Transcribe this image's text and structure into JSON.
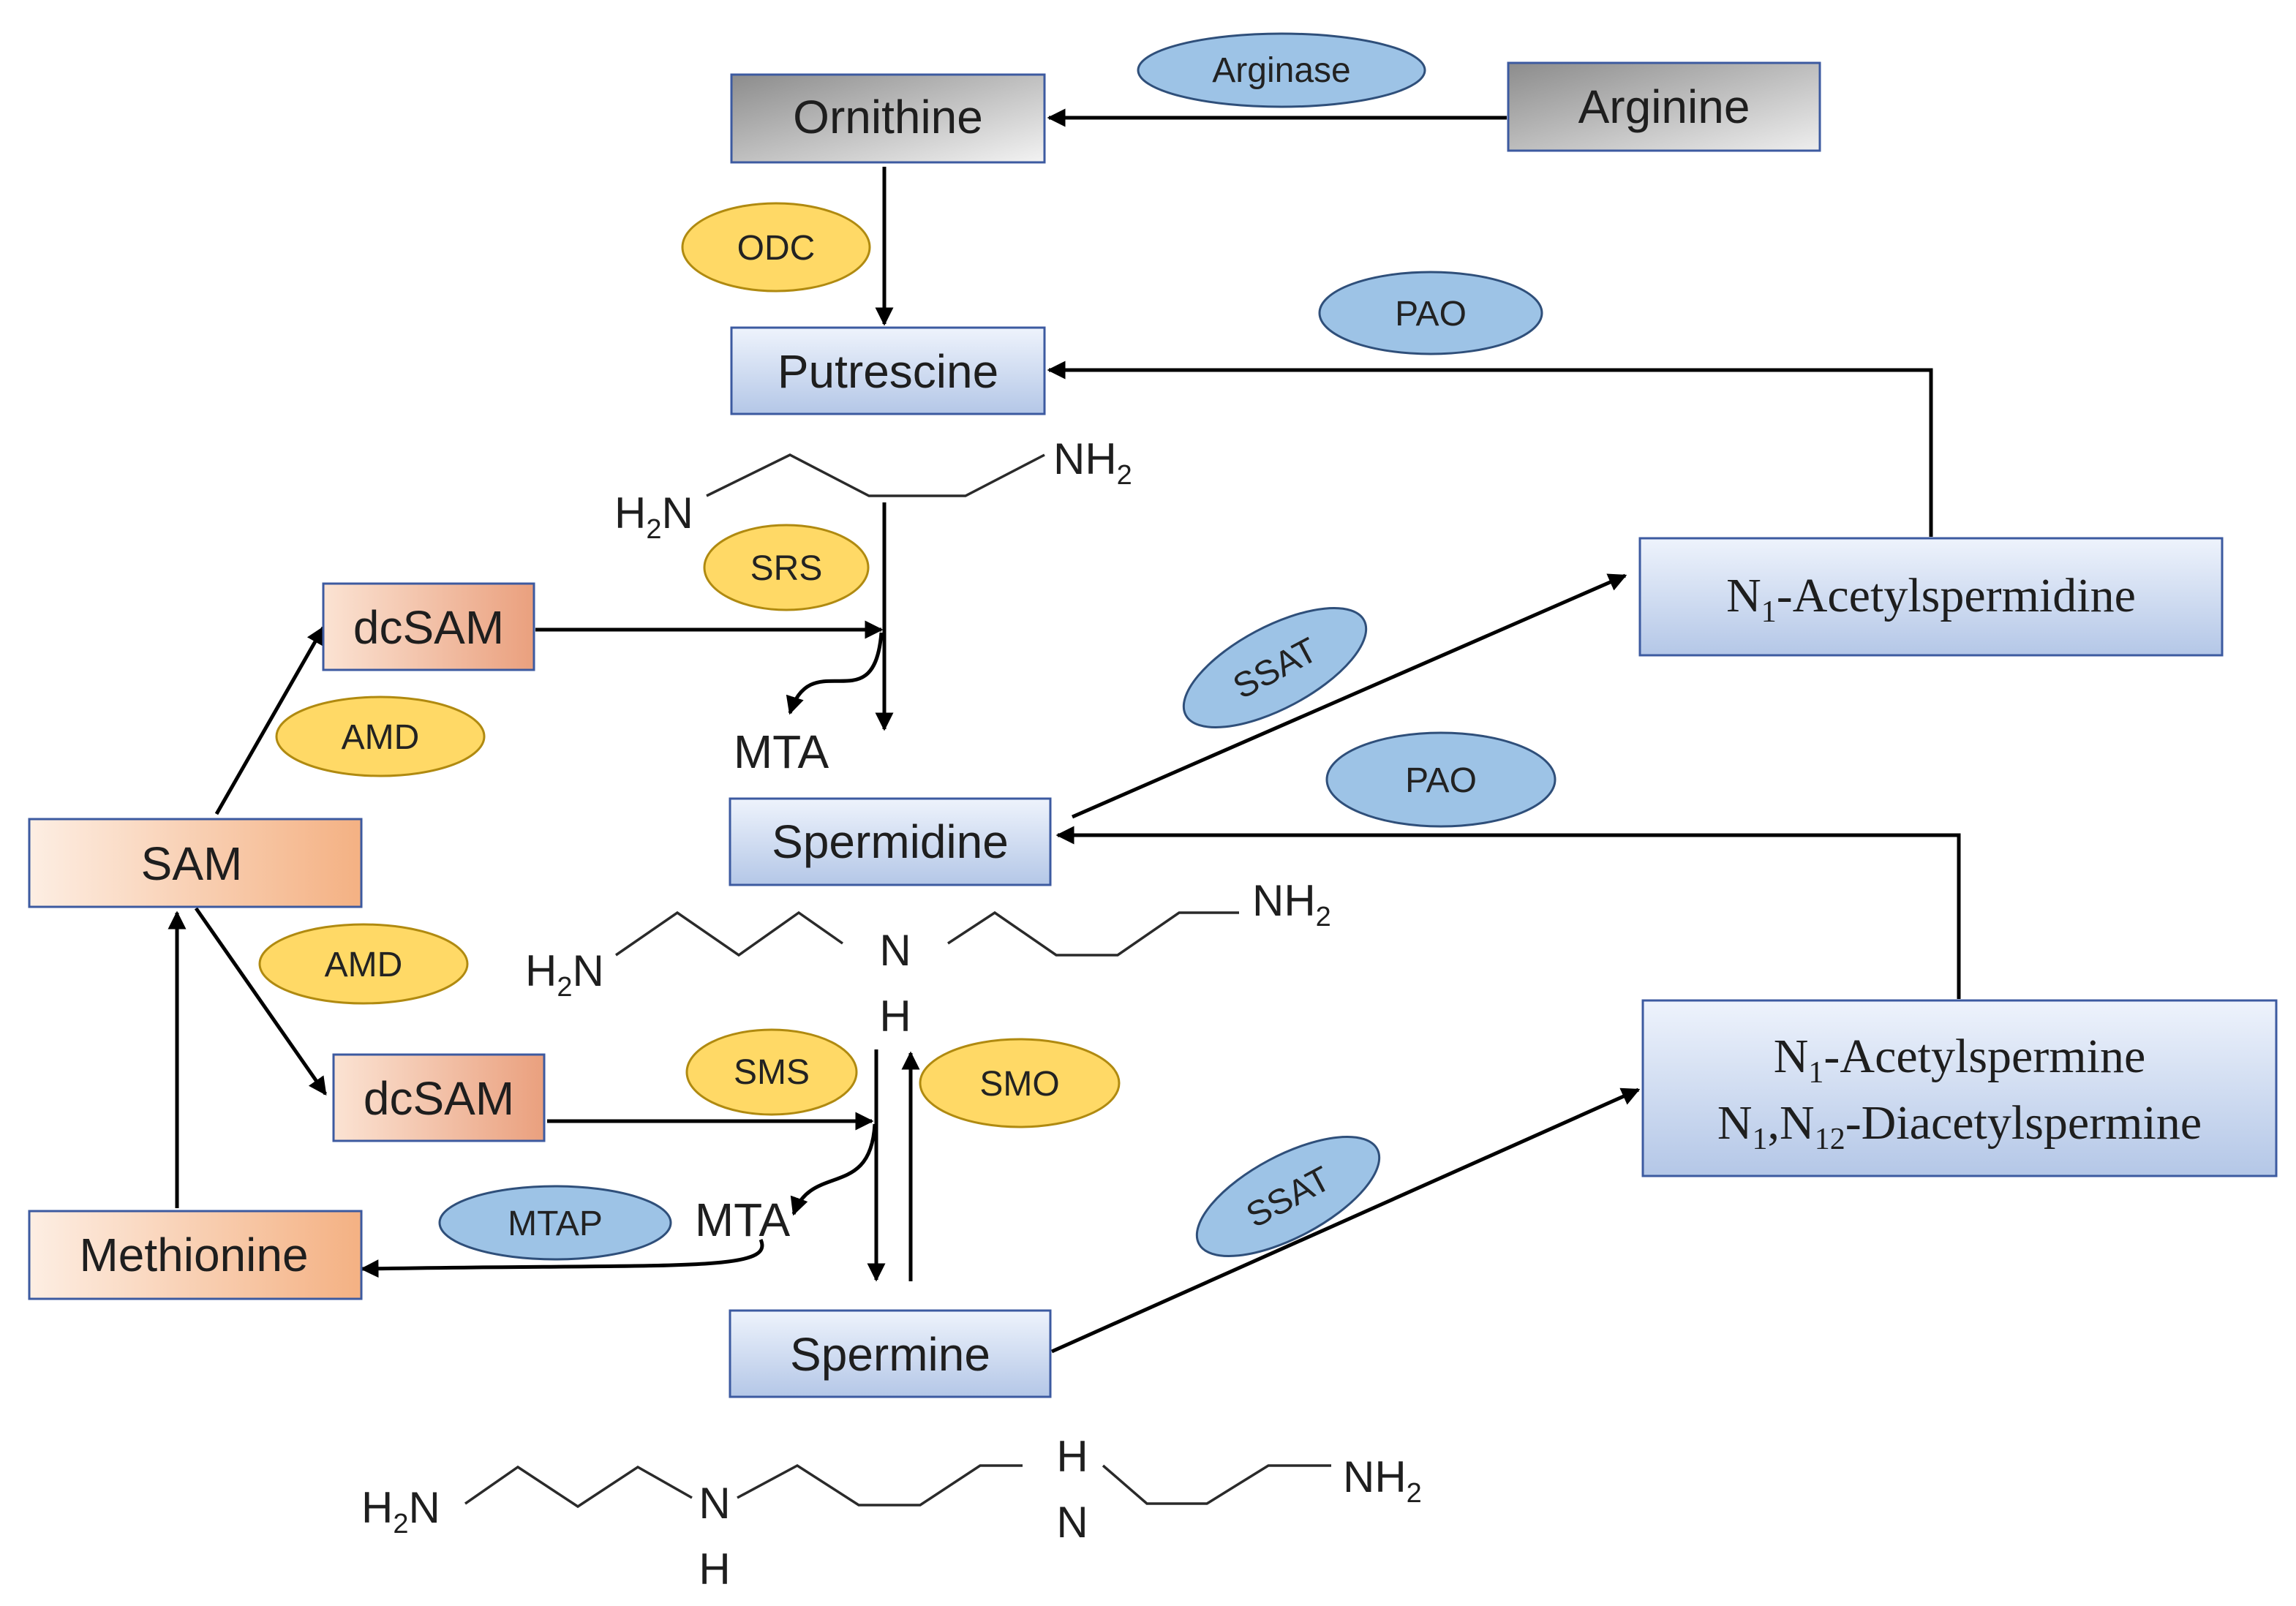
{
  "colors": {
    "gray_box_dark": "#8c8c8c",
    "gray_box_light": "#f3f3f3",
    "blue_box_dark": "#b4c7e7",
    "blue_box_light": "#eef3fc",
    "blue_box_stroke": "#3c5aa0",
    "salmon_box_dark": "#f4b183",
    "salmon_box_light": "#fdeee3",
    "enzyme_blue": "#9dc3e6",
    "enzyme_yellow": "#ffd966"
  },
  "nodes": {
    "ornithine": "Ornithine",
    "arginine": "Arginine",
    "putrescine": "Putrescine",
    "spermidine": "Spermidine",
    "spermine": "Spermine",
    "sam": "SAM",
    "dcsam_top": "dcSAM",
    "dcsam_bottom": "dcSAM",
    "methionine": "Methionine",
    "n1_acetylspermidine": {
      "prefix": "N",
      "sub": "1",
      "suffix": "-Acetylspermidine"
    },
    "n1_acetylspermine": {
      "prefix": "N",
      "sub": "1",
      "suffix": "-Acetylspermine"
    },
    "diacetylspermine": {
      "p1": "N",
      "s1": "1",
      "p2": ",N",
      "s2": "12",
      "suffix": "-Diacetylspermine"
    }
  },
  "enzymes": {
    "arginase": "Arginase",
    "odc": "ODC",
    "pao_top": "PAO",
    "pao_bottom": "PAO",
    "srs": "SRS",
    "amd_top": "AMD",
    "amd_bottom": "AMD",
    "ssat_top": "SSAT",
    "ssat_bottom": "SSAT",
    "sms": "SMS",
    "smo": "SMO",
    "mtap": "MTAP"
  },
  "byproducts": {
    "mta_top": "MTA",
    "mta_bottom": "MTA"
  },
  "structures": {
    "putrescine": {
      "left_h": "H",
      "left_sub": "2",
      "left_n": "N",
      "right_nh": "NH",
      "right_sub": "2"
    },
    "spermidine": {
      "left_h": "H",
      "left_sub": "2",
      "left_n": "N",
      "mid_n": "N",
      "mid_h": "H",
      "right_nh": "NH",
      "right_sub": "2"
    },
    "spermine": {
      "left_h": "H",
      "left_sub": "2",
      "left_n": "N",
      "n1": "N",
      "h1": "H",
      "h2": "H",
      "n2": "N",
      "right_nh": "NH",
      "right_sub": "2"
    }
  }
}
